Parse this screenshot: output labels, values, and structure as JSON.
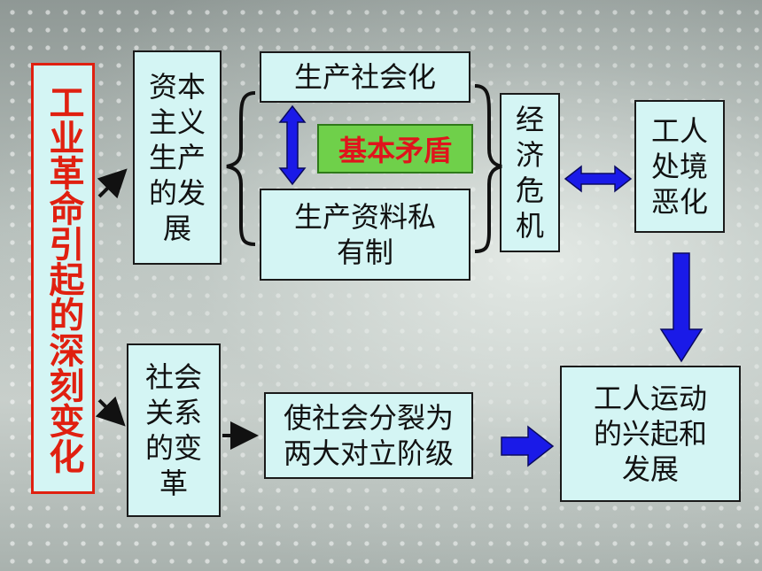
{
  "title": "工业革命引起的深刻变化",
  "boxes": {
    "capitalism": "资本\n主义\n生产\n的发\n展",
    "socialization": "生产社会化",
    "core_contradiction": "基本矛盾",
    "private_ownership": "生产资料私\n有制",
    "economic_crisis": "经\n济\n危\n机",
    "workers_condition": "工人\n处境\n恶化",
    "social_relations": "社会\n关系\n的变\n革",
    "class_split": "使社会分裂为\n两大对立阶级",
    "labor_movement": "工人运动\n的兴起和\n发展"
  },
  "colors": {
    "box_fill": "#d4f5f4",
    "title_red": "#e02010",
    "core_green": "#6fd04a",
    "arrow_blue": "#1a1ae8",
    "arrow_black": "#111111"
  }
}
